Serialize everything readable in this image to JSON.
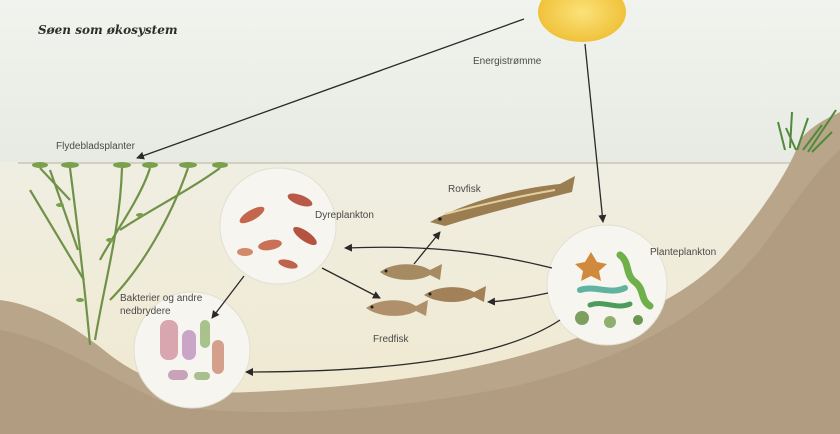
{
  "title": "Søen som økosystem",
  "labels": {
    "energy_flow": "Energistrømme",
    "floating_plants": "Flydebladsplanter",
    "predator_fish": "Rovfisk",
    "zooplankton": "Dyreplankton",
    "phytoplankton": "Planteplankton",
    "decomposers_line1": "Bakterier og andre",
    "decomposers_line2": "nedbrydere",
    "prey_fish": "Fredfisk"
  },
  "colors": {
    "sky": "#eef0ea",
    "water": "#f3efde",
    "soil": "#b6a186",
    "sun": "#f6d24a",
    "arrow": "#2a2a2a",
    "plant": "#5d8a3c"
  }
}
